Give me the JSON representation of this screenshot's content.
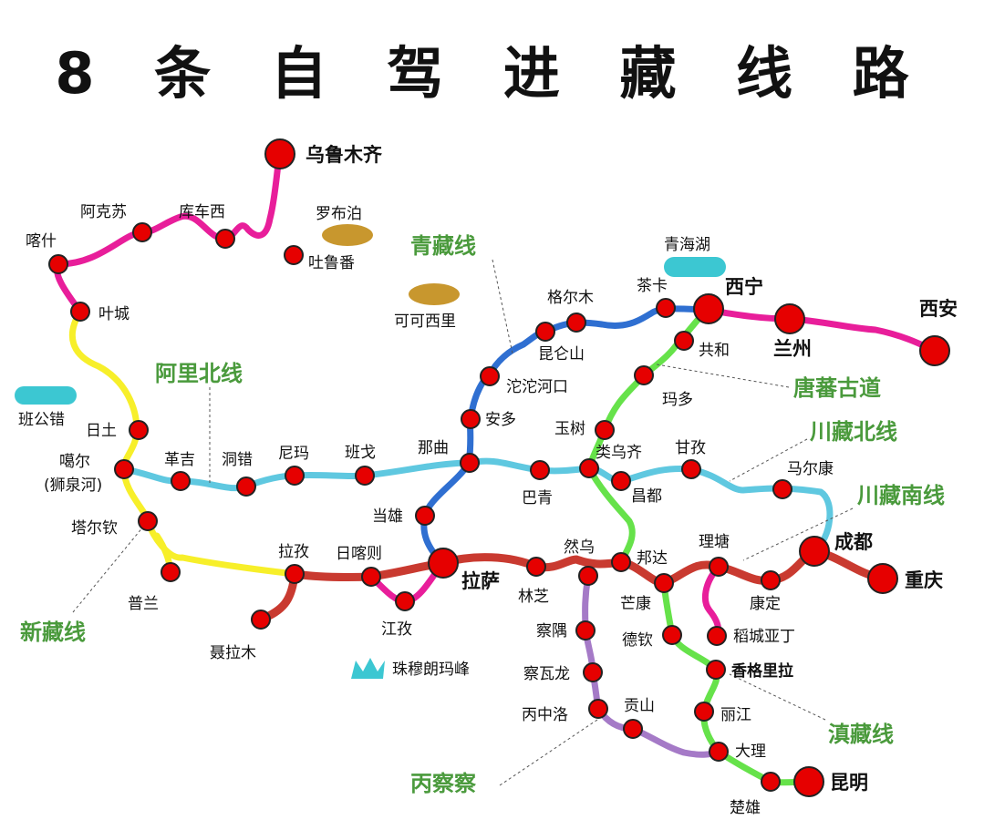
{
  "title": "8 条 自 驾 进 藏 线 路",
  "colors": {
    "xinjiang": "#e81e9a",
    "ali": "#f7ef2a",
    "alinorth": "#5fc8e0",
    "qingzang": "#2f6fd1",
    "tangbo": "#66e24a",
    "chuanzang_south": "#c93a30",
    "bingcha": "#a57ac7",
    "dianzang": "#66e24a",
    "lake": "#3cc7d2",
    "desert": "#c8972e",
    "stop": "#e60000"
  },
  "routes": {
    "xinzang": "新藏线",
    "ali_north": "阿里北线",
    "qingzang": "青藏线",
    "tangbo": "唐蕃古道",
    "chuanzang_north": "川藏北线",
    "chuanzang_south": "川藏南线",
    "dianzang": "滇藏线",
    "bingcha": "丙察察"
  },
  "cities": {
    "urumqi": "乌鲁木齐",
    "akesu": "阿克苏",
    "kucheXi": "库车西",
    "kashi": "喀什",
    "yecheng": "叶城",
    "turpan": "吐鲁番",
    "ritu": "日土",
    "gaer": "噶尔",
    "gaer_sub": "(狮泉河)",
    "geji": "革吉",
    "dongcuo": "洞错",
    "nima": "尼玛",
    "bange": "班戈",
    "naqu": "那曲",
    "tarqin": "塔尔钦",
    "pulan": "普兰",
    "lazi": "拉孜",
    "rikaze": "日喀则",
    "nielamu": "聂拉木",
    "jiangzi": "江孜",
    "lasa": "拉萨",
    "dangxiong": "当雄",
    "anduo": "安多",
    "tuotuohe": "沱沱河口",
    "kunlunshan": "昆仑山",
    "geermu": "格尔木",
    "chaka": "茶卡",
    "xining": "西宁",
    "lanzhou": "兰州",
    "xian": "西安",
    "gonghe": "共和",
    "maduo": "玛多",
    "yushu": "玉树",
    "leiwuqi": "类乌齐",
    "changdu": "昌都",
    "baqing": "巴青",
    "ganzi": "甘孜",
    "maerkang": "马尔康",
    "chengdu": "成都",
    "chongqing": "重庆",
    "linzhi": "林芝",
    "ranwu": "然乌",
    "bangda": "邦达",
    "mangkang": "芒康",
    "litang": "理塘",
    "kangding": "康定",
    "daocheng": "稻城亚丁",
    "deqin": "德钦",
    "xianggelila": "香格里拉",
    "lijiang": "丽江",
    "dali": "大理",
    "chuxiong": "楚雄",
    "kunming": "昆明",
    "chayu": "察隅",
    "chawalong": "察瓦龙",
    "bingzhongluo": "丙中洛",
    "gongshan": "贡山"
  },
  "features": {
    "luobupo": "罗布泊",
    "kekexili": "可可西里",
    "qinghaihu": "青海湖",
    "bangongcuo": "班公错",
    "everest": "珠穆朗玛峰"
  }
}
